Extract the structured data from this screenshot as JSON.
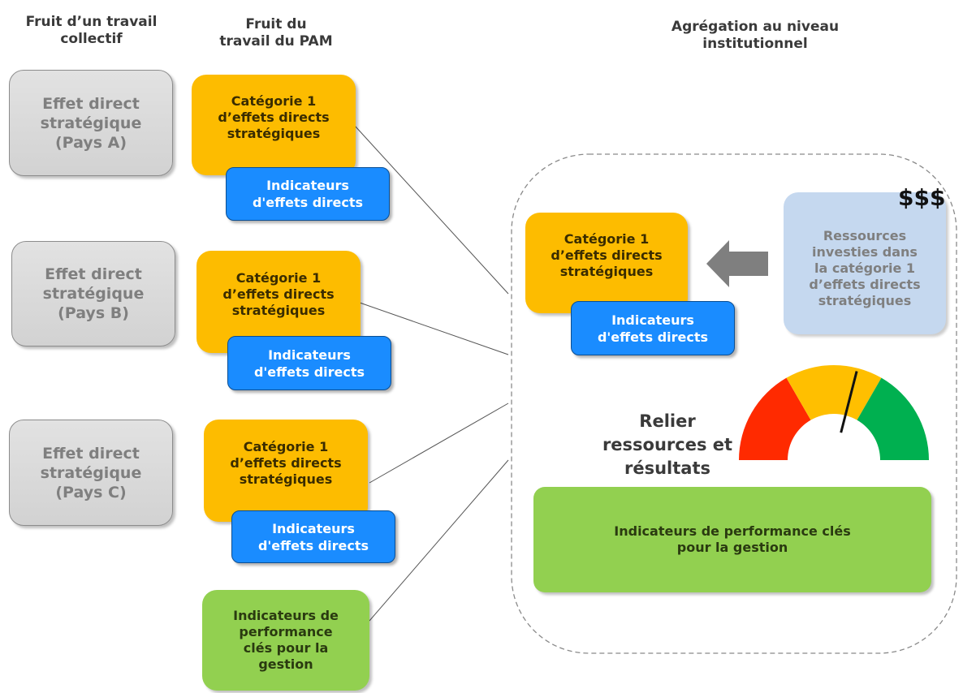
{
  "headers": {
    "collective": "Fruit d’un travail\ncollectif",
    "wfp": "Fruit du\ntravail du PAM",
    "aggregation": "Agrégation au niveau\ninstitutionnel"
  },
  "country_outcomes": [
    {
      "label": "Effet direct\nstratégique\n(Pays A)"
    },
    {
      "label": "Effet direct\nstratégique\n(Pays B)"
    },
    {
      "label": "Effet direct\nstratégique\n(Pays C)"
    }
  ],
  "categories": [
    {
      "label": "Catégorie 1\nd’effets directs\nstratégiques",
      "indicators": "Indicateurs\nd'effets directs"
    },
    {
      "label": "Catégorie 1\nd’effets directs\nstratégiques",
      "indicators": "Indicateurs\nd'effets directs"
    },
    {
      "label": "Catégorie 1\nd’effets directs\nstratégiques",
      "indicators": "Indicateurs\nd'effets directs"
    }
  ],
  "kpi_left": "Indicateurs de\nperformance\nclés pour la\ngestion",
  "aggregate": {
    "category": "Catégorie 1\nd’effets directs\nstratégiques",
    "indicators": "Indicateurs\nd'effets directs",
    "resources": "Ressources\ninvesties dans\nla catégorie 1\nd’effets directs\nstratégiques",
    "dollar": "$$$",
    "link_text": "Relier\nressources et\nrésultats",
    "kpi": "Indicateurs de performance clés\npour la gestion"
  },
  "gauge": {
    "needle_fraction": 0.58,
    "colors": [
      "#ff2a00",
      "#ffbf00",
      "#00b050"
    ]
  },
  "colors": {
    "orange": "#fdbc00",
    "blue": "#1a8cff",
    "green": "#92d050",
    "gray": "#d9d9d9",
    "light_blue": "#c5d8ef"
  }
}
